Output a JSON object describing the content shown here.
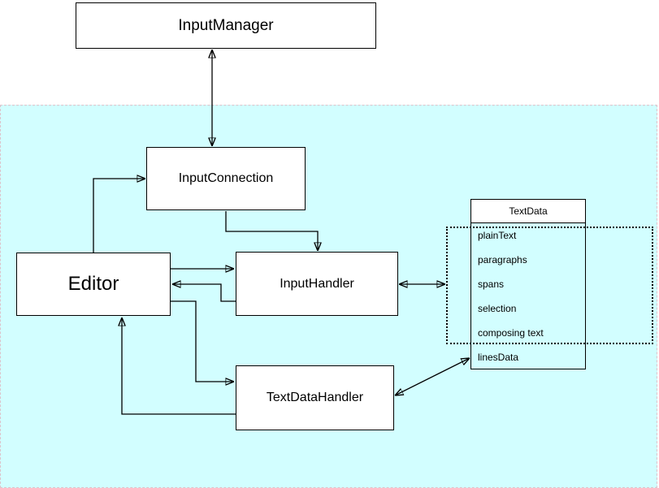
{
  "diagram": {
    "nodes": {
      "input_manager": {
        "label": "InputManager"
      },
      "input_connection": {
        "label": "InputConnection"
      },
      "editor": {
        "label": "Editor"
      },
      "input_handler": {
        "label": "InputHandler"
      },
      "text_data_handler": {
        "label": "TextDataHandler"
      },
      "text_data": {
        "title": "TextData",
        "fields": [
          "plainText",
          "paragraphs",
          "spans",
          "selection",
          "composing text",
          "linesData"
        ]
      }
    },
    "edges": [
      {
        "from": "InputManager",
        "to": "InputConnection",
        "direction": "both"
      },
      {
        "from": "Editor",
        "to": "InputConnection",
        "direction": "forward"
      },
      {
        "from": "InputConnection",
        "to": "InputHandler",
        "direction": "forward"
      },
      {
        "from": "Editor",
        "to": "InputHandler",
        "direction": "forward"
      },
      {
        "from": "InputHandler",
        "to": "Editor",
        "direction": "forward"
      },
      {
        "from": "Editor",
        "to": "TextDataHandler",
        "direction": "forward"
      },
      {
        "from": "TextDataHandler",
        "to": "Editor",
        "direction": "forward"
      },
      {
        "from": "InputHandler",
        "to": "TextData",
        "direction": "both"
      },
      {
        "from": "TextDataHandler",
        "to": "TextData.linesData",
        "direction": "both"
      }
    ],
    "colors": {
      "container_fill": "#d2feff",
      "container_border": "#ddc3cb",
      "node_fill": "#ffffff",
      "node_border": "#000000",
      "connector": "#000000"
    }
  }
}
